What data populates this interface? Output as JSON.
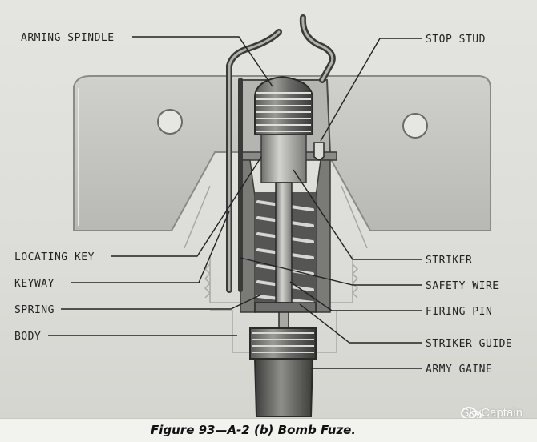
{
  "caption": "Figure 93—A-2 (b) Bomb Fuze.",
  "watermark": "SkyCaptain",
  "labels": {
    "arming_spindle": "ARMING SPINDLE",
    "stop_stud": "STOP STUD",
    "locating_key": "LOCATING KEY",
    "keyway": "KEYWAY",
    "spring": "SPRING",
    "body": "BODY",
    "striker": "STRIKER",
    "safety_wire": "SAFETY WIRE",
    "firing_pin": "FIRING PIN",
    "striker_guide": "STRIKER GUIDE",
    "army_gaine": "ARMY GAINE"
  },
  "colors": {
    "metal_dark": "#3c3c3c",
    "metal_mid": "#8c8c8a",
    "metal_light": "#c8c8c4",
    "plate": "#bdbdb9"
  }
}
